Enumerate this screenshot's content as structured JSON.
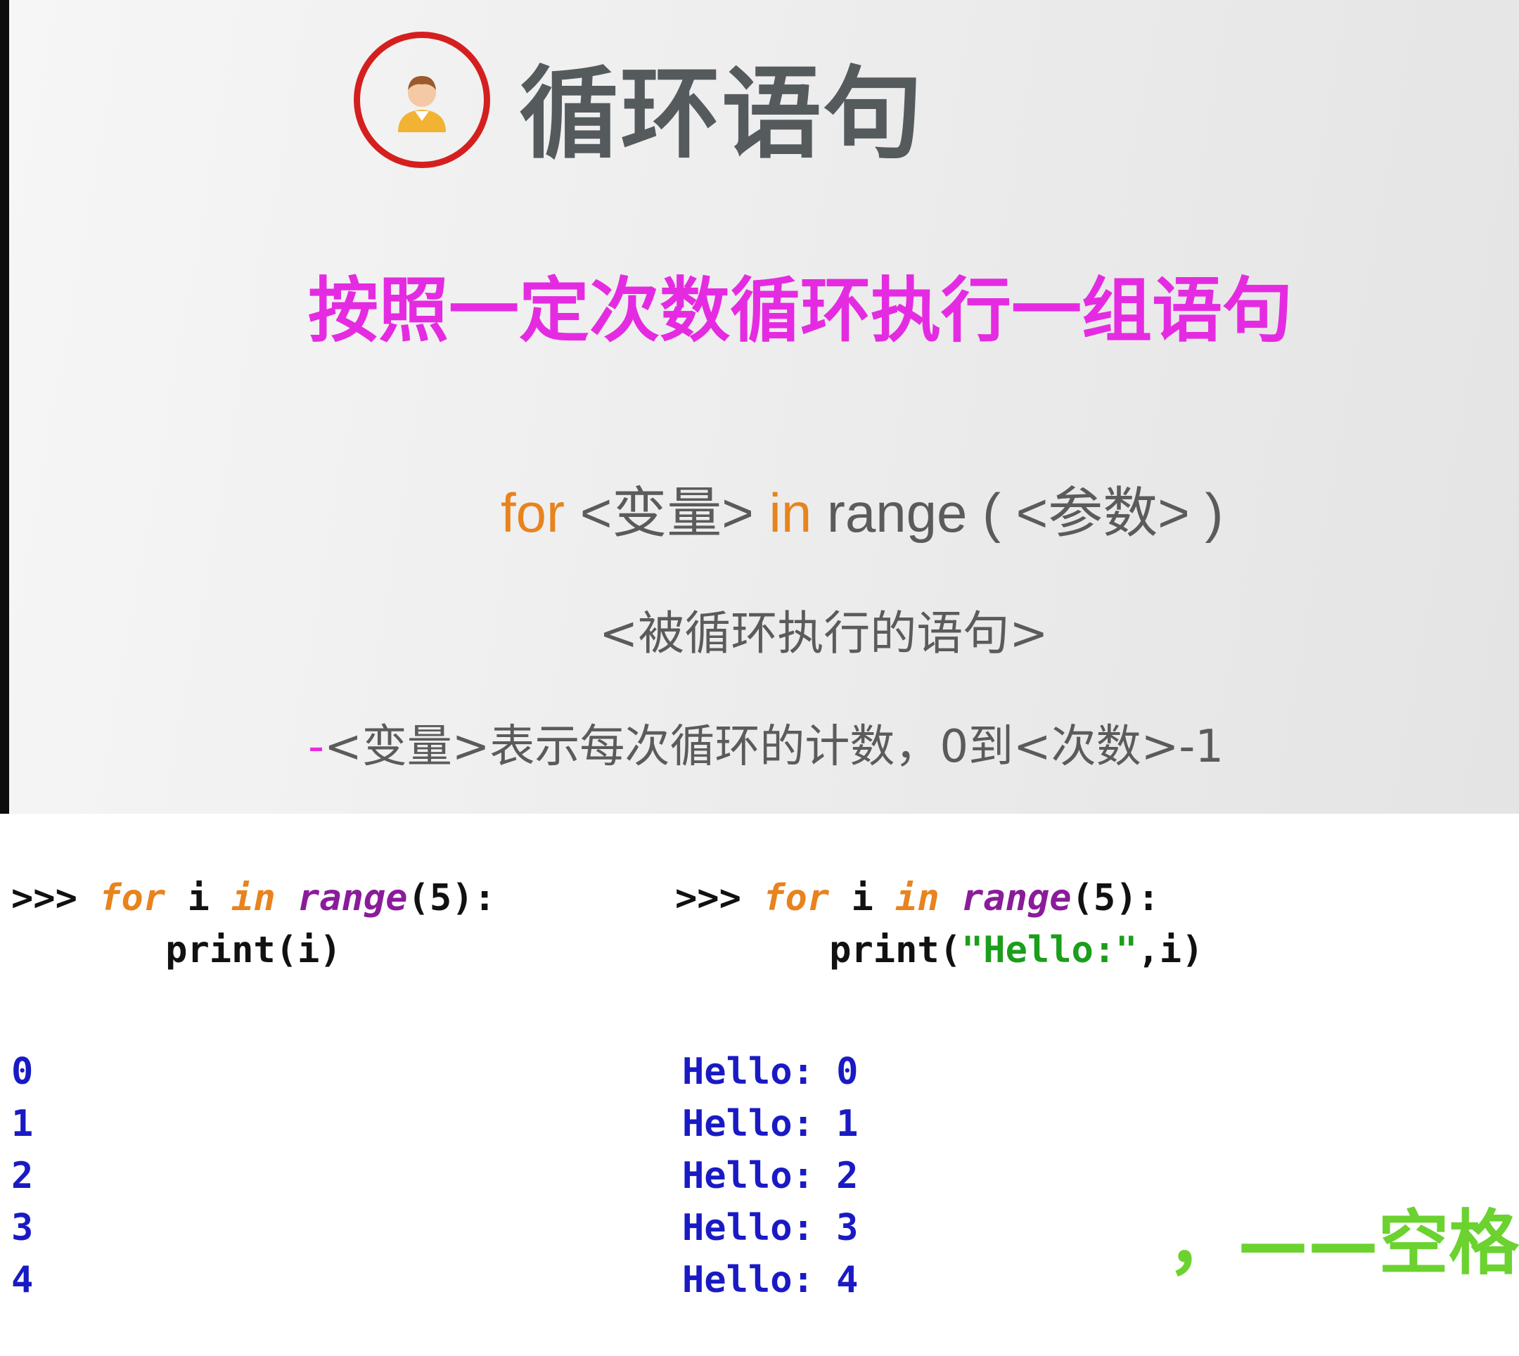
{
  "slide": {
    "title": "循环语句",
    "subtitle": "按照一定次数循环执行一组语句",
    "syntax": {
      "for_kw": "for",
      "var": " <变量> ",
      "in_kw": "in",
      "rest": " range ( <参数> )",
      "body": "<被循环执行的语句>"
    },
    "note": {
      "dash": "-",
      "text": "<变量>表示每次循环的计数，0到<次数>-1"
    },
    "colors": {
      "title": "#555a5d",
      "subtitle": "#e52be1",
      "keyword": "#e8831d",
      "avatar_ring": "#d51f1f"
    },
    "icon": "person-avatar-icon"
  },
  "example_left": {
    "prompt": ">>> ",
    "for_kw": "for",
    "var": " i ",
    "in_kw": "in",
    "range_fn": "range",
    "range_args": "(5):",
    "indent": "       ",
    "body": "print(i)",
    "output": [
      "0",
      "1",
      "2",
      "3",
      "4"
    ]
  },
  "example_right": {
    "prompt": ">>> ",
    "for_kw": "for",
    "var": " i ",
    "in_kw": "in",
    "range_fn": "range",
    "range_args": "(5):",
    "indent": "       ",
    "body_pre": "print(",
    "body_str": "\"Hello:\"",
    "body_post": ",i)",
    "output": [
      "Hello: 0",
      "Hello: 1",
      "Hello: 2",
      "Hello: 3",
      "Hello: 4"
    ]
  },
  "annotation": {
    "text": "，——空格",
    "color": "#6bd230"
  },
  "code_colors": {
    "keyword": "#e8831d",
    "builtin": "#8a1c9a",
    "string": "#1b9e1b",
    "output": "#1a1ac4"
  }
}
